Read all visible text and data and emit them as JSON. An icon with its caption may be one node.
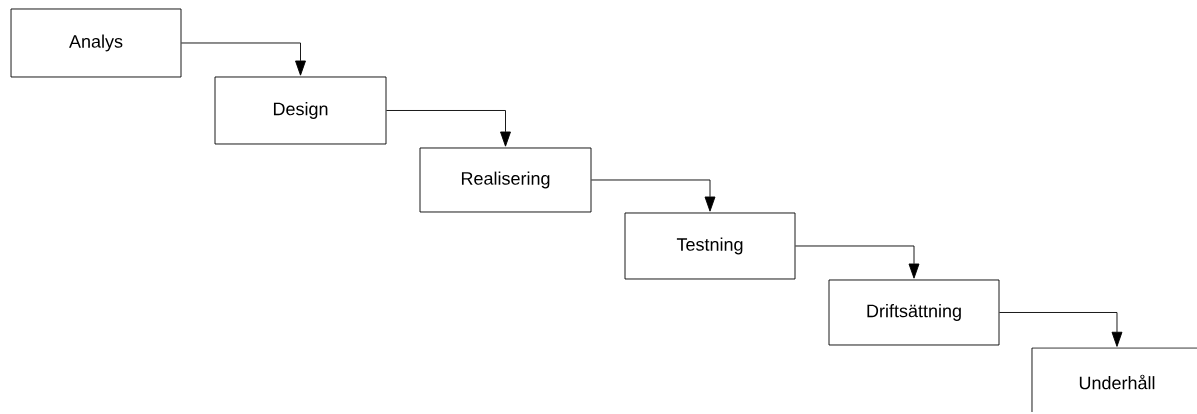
{
  "diagram": {
    "nodes": [
      {
        "text": [
          "Analys"
        ]
      },
      {
        "text": [
          "Design"
        ]
      },
      {
        "text": [
          "Realisering"
        ]
      },
      {
        "text": [
          "Testning"
        ]
      },
      {
        "text": [
          "Driftsättning"
        ]
      },
      {
        "text": [
          "Underhåll"
        ]
      }
    ],
    "edges": [
      {
        "from": 0,
        "to": 1,
        "arrow": "to"
      },
      {
        "from": 1,
        "to": 2,
        "arrow": "to"
      },
      {
        "from": 2,
        "to": 3,
        "arrow": "to"
      },
      {
        "from": 3,
        "to": 4,
        "arrow": "to"
      },
      {
        "from": 4,
        "to": 5,
        "arrow": "to"
      }
    ]
  }
}
